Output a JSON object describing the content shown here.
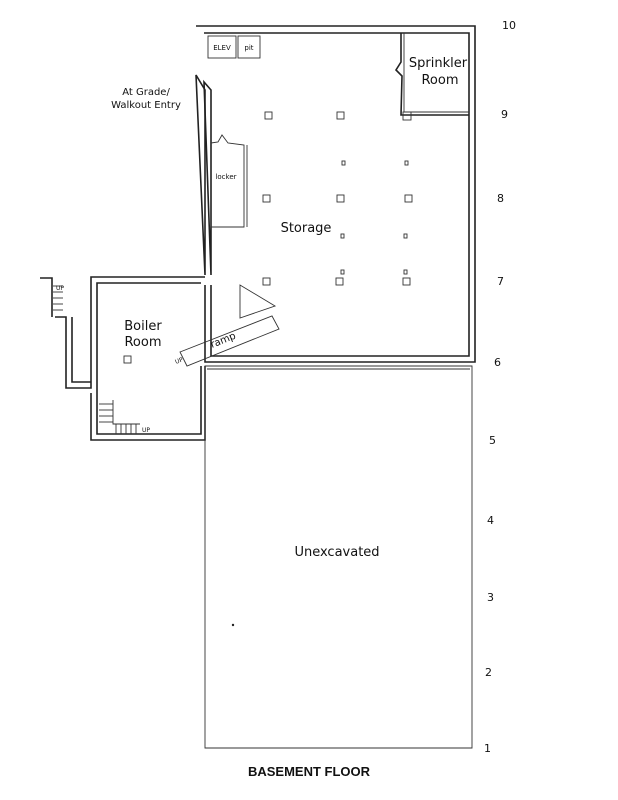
{
  "title": "BASEMENT FLOOR",
  "rooms": {
    "storage": "Storage",
    "sprinkler_line1": "Sprinkler",
    "sprinkler_line2": "Room",
    "boiler_line1": "Boiler",
    "boiler_line2": "Room",
    "unexcavated": "Unexcavated",
    "locker": "locker",
    "elev": "ELEV",
    "pit": "pit",
    "ramp": "ramp"
  },
  "entry_line1": "At Grade/",
  "entry_line2": "Walkout Entry",
  "up_labels": [
    "UP",
    "UP",
    "UP"
  ],
  "gridlines": [
    "10",
    "9",
    "8",
    "7",
    "6",
    "5",
    "4",
    "3",
    "2",
    "1"
  ]
}
